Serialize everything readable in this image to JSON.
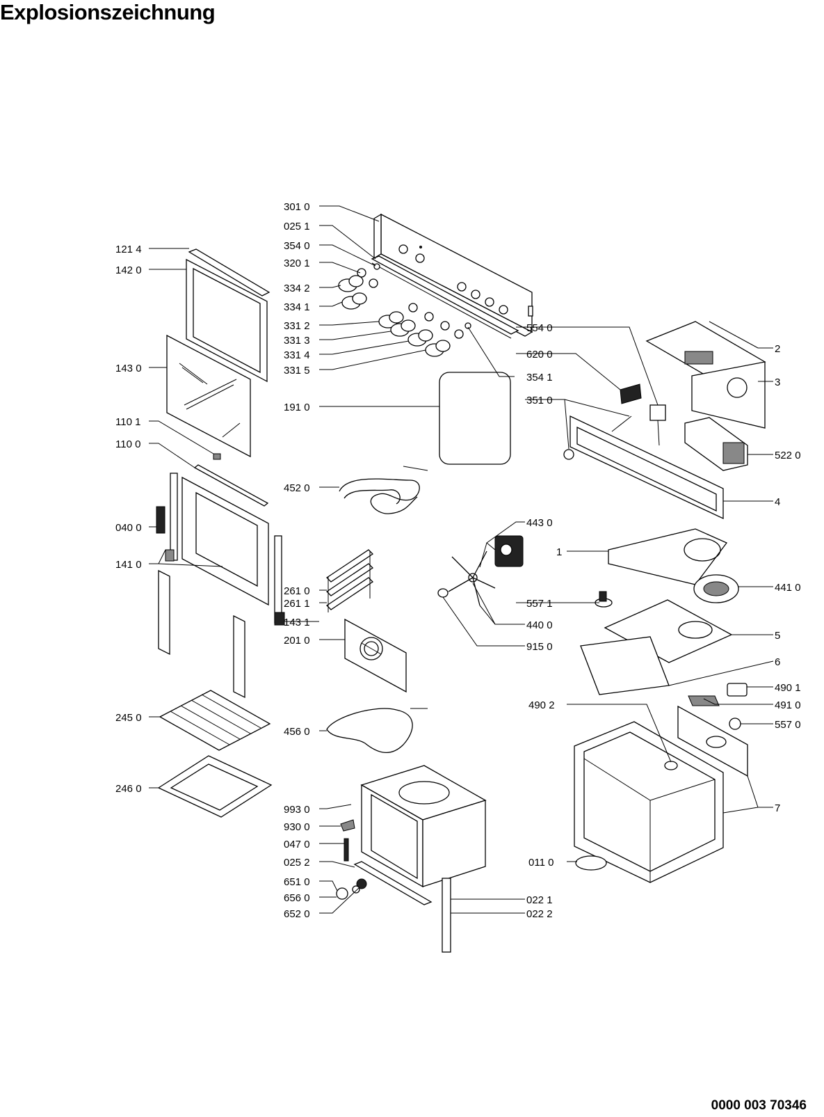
{
  "title": "Explosionszeichnung",
  "document_number": "0000 003 70346",
  "callouts": [
    {
      "label": "301 0"
    },
    {
      "label": "025 1"
    },
    {
      "label": "354 0"
    },
    {
      "label": "320 1"
    },
    {
      "label": "334 2"
    },
    {
      "label": "334 1"
    },
    {
      "label": "331 2"
    },
    {
      "label": "331 3"
    },
    {
      "label": "331 4"
    },
    {
      "label": "331 5"
    },
    {
      "label": "354 1"
    },
    {
      "label": "121 4"
    },
    {
      "label": "142 0"
    },
    {
      "label": "143 0"
    },
    {
      "label": "110 1"
    },
    {
      "label": "110 0"
    },
    {
      "label": "040 0"
    },
    {
      "label": "141 0"
    },
    {
      "label": "191 0"
    },
    {
      "label": "452 0"
    },
    {
      "label": "261 0"
    },
    {
      "label": "261 1"
    },
    {
      "label": "143 1"
    },
    {
      "label": "201 0"
    },
    {
      "label": "245 0"
    },
    {
      "label": "456 0"
    },
    {
      "label": "246 0"
    },
    {
      "label": "993 0"
    },
    {
      "label": "930 0"
    },
    {
      "label": "047 0"
    },
    {
      "label": "025 2"
    },
    {
      "label": "651 0"
    },
    {
      "label": "656 0"
    },
    {
      "label": "652 0"
    },
    {
      "label": "554 0"
    },
    {
      "label": "620 0"
    },
    {
      "label": "351 0"
    },
    {
      "label": "2"
    },
    {
      "label": "3"
    },
    {
      "label": "522 0"
    },
    {
      "label": "4"
    },
    {
      "label": "443 0"
    },
    {
      "label": "1"
    },
    {
      "label": "441 0"
    },
    {
      "label": "557 1"
    },
    {
      "label": "440 0"
    },
    {
      "label": "915 0"
    },
    {
      "label": "5"
    },
    {
      "label": "6"
    },
    {
      "label": "490 1"
    },
    {
      "label": "491 0"
    },
    {
      "label": "490 2"
    },
    {
      "label": "557 0"
    },
    {
      "label": "7"
    },
    {
      "label": "011 0"
    },
    {
      "label": "022 1"
    },
    {
      "label": "022 2"
    }
  ]
}
